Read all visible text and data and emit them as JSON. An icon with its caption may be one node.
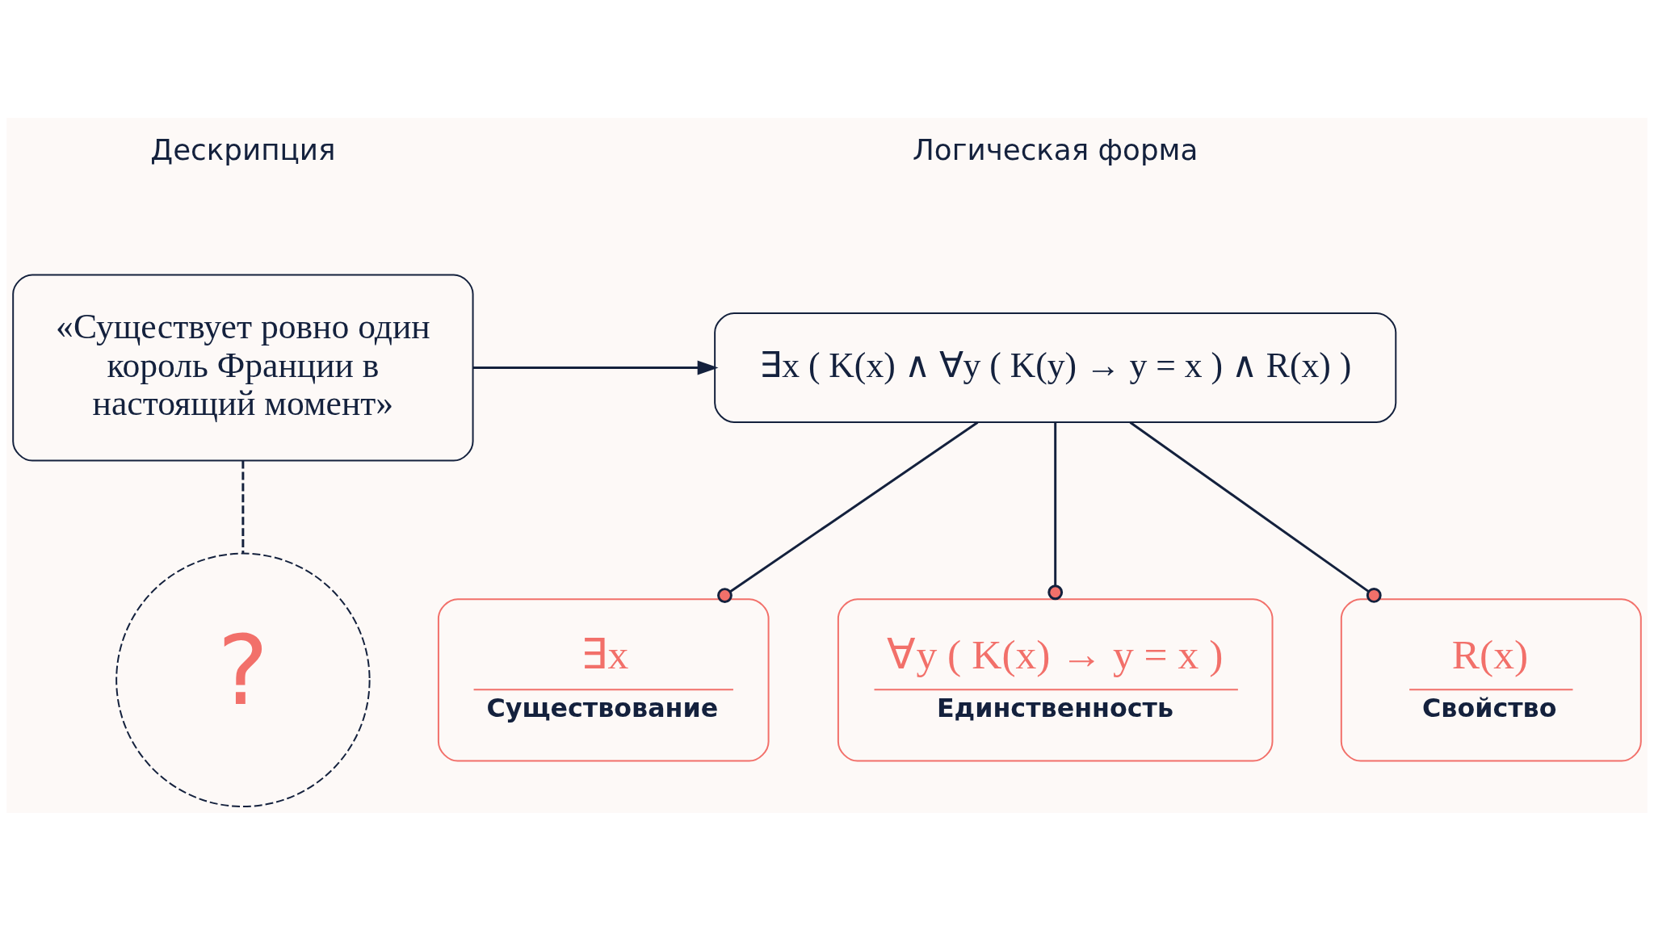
{
  "diagram": {
    "nodes": [
      {
        "text": [
          "«Существует ровно один король Франции в настоящий момент»"
        ]
      },
      {
        "text": [
          "?"
        ]
      },
      {
        "text": [
          "∃x ( K(x) ∧ ∀y ( K(y) → y = x ) ∧ R(x) )"
        ]
      },
      {
        "text": [
          "∃x",
          "Существование"
        ]
      },
      {
        "text": [
          "∀y ( K(x) → y = x )",
          "Единственность"
        ]
      },
      {
        "text": [
          "R(x)",
          "Свойство"
        ]
      }
    ],
    "edges": [
      {
        "from": 0,
        "to": 2,
        "arrow": "to"
      },
      {
        "from": 0,
        "to": 1,
        "arrow": "none",
        "style": "dashed"
      },
      {
        "from": 2,
        "to": 3,
        "arrow": "other"
      },
      {
        "from": 2,
        "to": 4,
        "arrow": "other"
      },
      {
        "from": 2,
        "to": 5,
        "arrow": "other"
      }
    ],
    "labels": [
      "Дескрипция",
      "Логическая форма"
    ]
  }
}
